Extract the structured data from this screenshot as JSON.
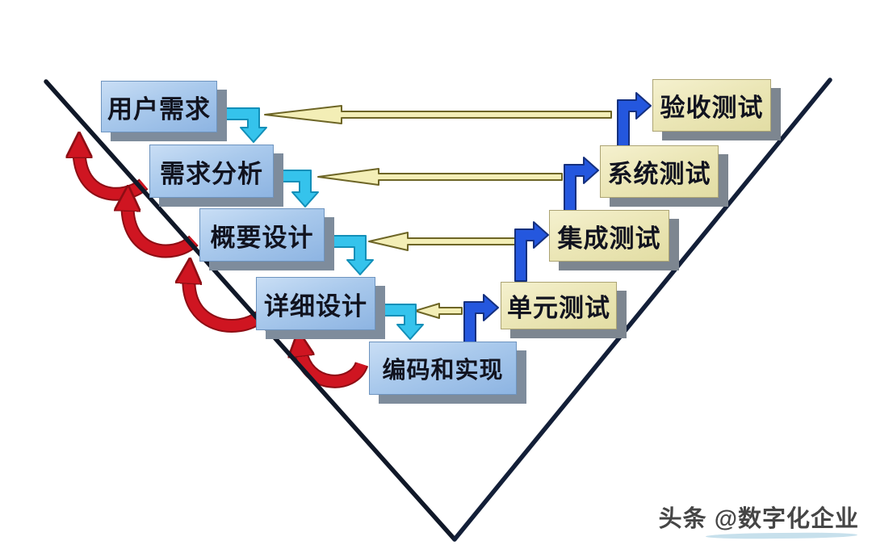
{
  "diagram": {
    "type": "v-model-software-process",
    "boxes": [
      {
        "id": "user-requirements",
        "label": "用户需求",
        "side": "left",
        "style": "blue"
      },
      {
        "id": "requirement-analysis",
        "label": "需求分析",
        "side": "left",
        "style": "blue"
      },
      {
        "id": "high-level-design",
        "label": "概要设计",
        "side": "left",
        "style": "blue"
      },
      {
        "id": "detailed-design",
        "label": "详细设计",
        "side": "left",
        "style": "blue"
      },
      {
        "id": "coding-implementation",
        "label": "编码和实现",
        "side": "bottom",
        "style": "blue"
      },
      {
        "id": "unit-test",
        "label": "单元测试",
        "side": "right",
        "style": "tan"
      },
      {
        "id": "integration-test",
        "label": "集成测试",
        "side": "right",
        "style": "tan"
      },
      {
        "id": "system-test",
        "label": "系统测试",
        "side": "right",
        "style": "tan"
      },
      {
        "id": "acceptance-test",
        "label": "验收测试",
        "side": "right",
        "style": "tan"
      }
    ],
    "edges": {
      "downward_flow": [
        {
          "from": "用户需求",
          "to": "需求分析"
        },
        {
          "from": "需求分析",
          "to": "概要设计"
        },
        {
          "from": "概要设计",
          "to": "详细设计"
        },
        {
          "from": "详细设计",
          "to": "编码和实现"
        }
      ],
      "upward_flow": [
        {
          "from": "编码和实现",
          "to": "单元测试"
        },
        {
          "from": "单元测试",
          "to": "集成测试"
        },
        {
          "from": "集成测试",
          "to": "系统测试"
        },
        {
          "from": "系统测试",
          "to": "验收测试"
        }
      ],
      "verification_links": [
        {
          "from": "验收测试",
          "to": "用户需求"
        },
        {
          "from": "系统测试",
          "to": "需求分析"
        },
        {
          "from": "集成测试",
          "to": "概要设计"
        },
        {
          "from": "单元测试",
          "to": "详细设计"
        }
      ],
      "feedback_arrows_count": 4
    },
    "colors": {
      "box_blue": "#a9c9ec",
      "box_tan": "#ebe6b6",
      "box_shadow": "#7e8c9c",
      "flow_arrow_cyan": "#35c3ec",
      "flow_arrow_blue": "#2457de",
      "verify_arrow_yellow": "#f3eeb6",
      "feedback_arrow_red": "#cf1521",
      "v_line": "#101828",
      "background": "#ffffff"
    }
  },
  "watermark": {
    "text": "头条 @数字化企业"
  }
}
